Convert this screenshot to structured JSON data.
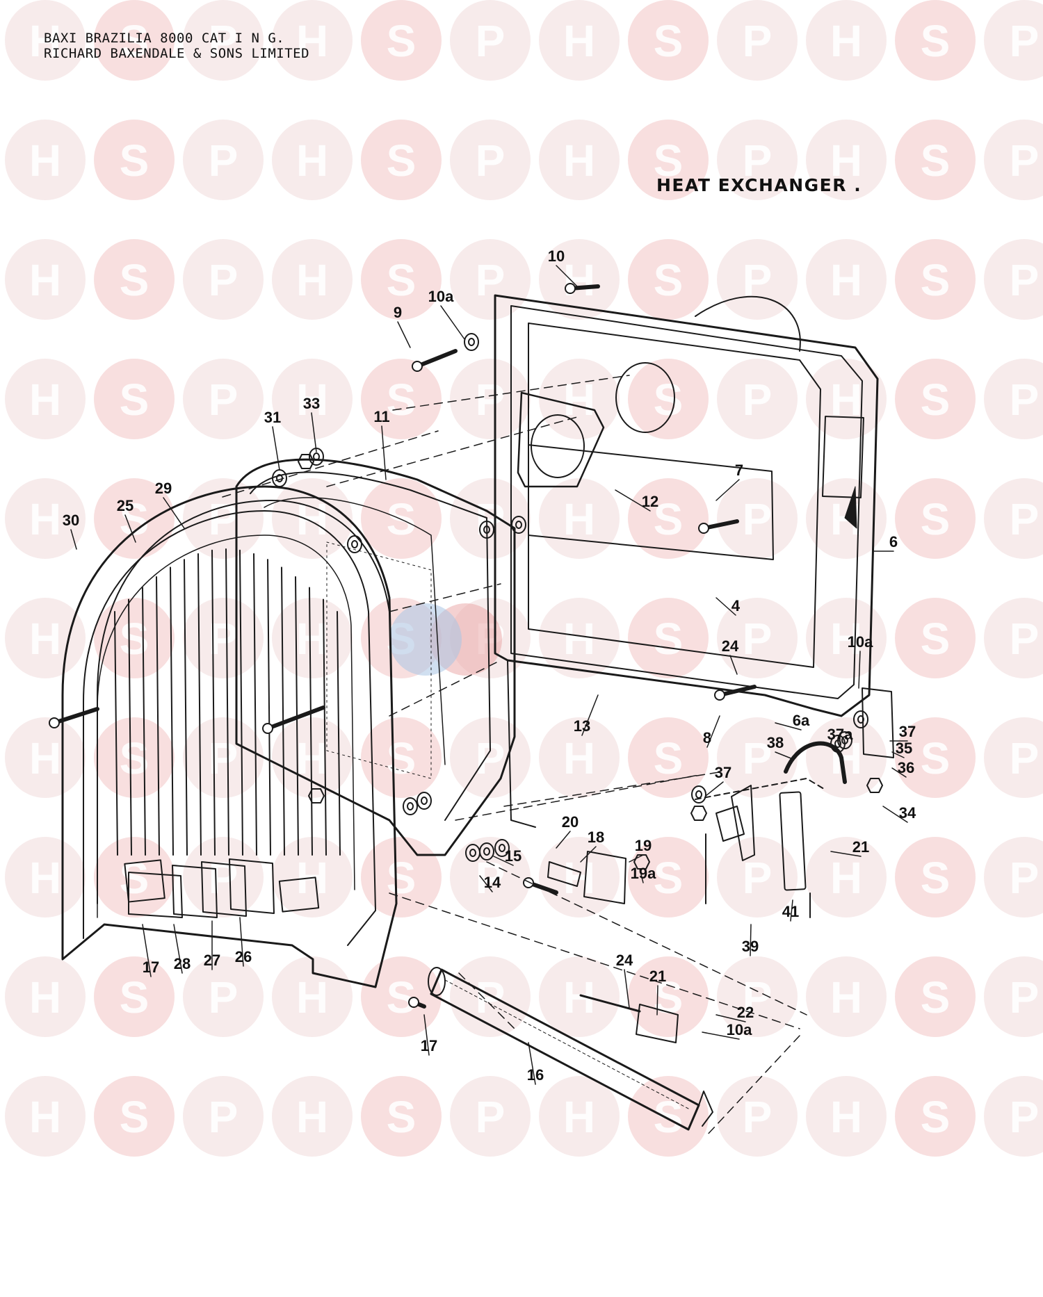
{
  "header": {
    "line1": "BAXI BRAZILIA 8000 CAT I N G.",
    "line2": "RICHARD BAXENDALE & SONS LIMITED"
  },
  "diagram": {
    "title": "HEAT EXCHANGER ."
  },
  "watermark": {
    "letters": [
      "H",
      "S",
      "P"
    ],
    "colors": {
      "H": "#f1dada",
      "S": "#f3c4c4",
      "P": "#f1dada",
      "ring": "#f5e3e3"
    }
  },
  "colors": {
    "line": "#1a1a1a",
    "center_logo_red": "#e9a3a3",
    "center_logo_blue": "#a9c4e3"
  },
  "callouts": [
    "10",
    "10a",
    "9",
    "33",
    "31",
    "11",
    "7",
    "29",
    "12",
    "30",
    "25",
    "6",
    "4",
    "10a",
    "24",
    "13",
    "6a",
    "8",
    "37a",
    "37",
    "38",
    "35",
    "36",
    "37",
    "34",
    "20",
    "18",
    "19",
    "21",
    "19a",
    "15",
    "14",
    "41",
    "39",
    "17",
    "28",
    "27",
    "26",
    "24",
    "21",
    "22",
    "10a",
    "17",
    "16"
  ]
}
